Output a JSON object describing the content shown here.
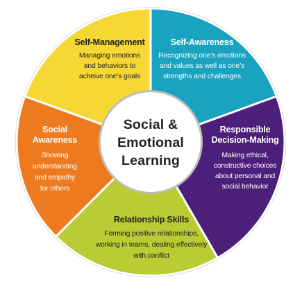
{
  "center": {
    "lines": [
      "Social &",
      "Emotional",
      "Learning"
    ]
  },
  "segments": [
    {
      "key": "self-management",
      "title_lines": [
        "Self-Management"
      ],
      "desc_lines": [
        "Managing emotions",
        "and behaviors to",
        "acheive one’s goals"
      ],
      "color": "#F5D833",
      "text_color": "#222222"
    },
    {
      "key": "self-awareness",
      "title_lines": [
        "Self-Awareness"
      ],
      "desc_lines": [
        "Recognizing one’s emotions",
        "and values as well as one’s",
        "strengths and challenges"
      ],
      "color": "#1AA2C1",
      "text_color": "#ffffff"
    },
    {
      "key": "responsible-decision-making",
      "title_lines": [
        "Responsible",
        "Decision-Making"
      ],
      "desc_lines": [
        "Making ethical,",
        "constructive choices",
        "about personal and",
        "social behavior"
      ],
      "color": "#4B1F7A",
      "text_color": "#ffffff"
    },
    {
      "key": "relationship-skills",
      "title_lines": [
        "Relationship Skills"
      ],
      "desc_lines": [
        "Forming positive relationships,",
        "working in teams, dealing effectively",
        "with conflict"
      ],
      "color": "#B9CC33",
      "text_color": "#222222"
    },
    {
      "key": "social-awareness",
      "title_lines": [
        "Social",
        "Awareness"
      ],
      "desc_lines": [
        "Showing",
        "understanding",
        "and empathy",
        "for others"
      ],
      "color": "#EE7A1F",
      "text_color": "#ffffff"
    }
  ],
  "colors": {
    "ring_border": "#BDBDBD",
    "divider": "#ffffff",
    "center_fill": "#ffffff",
    "center_text": "#222222"
  }
}
